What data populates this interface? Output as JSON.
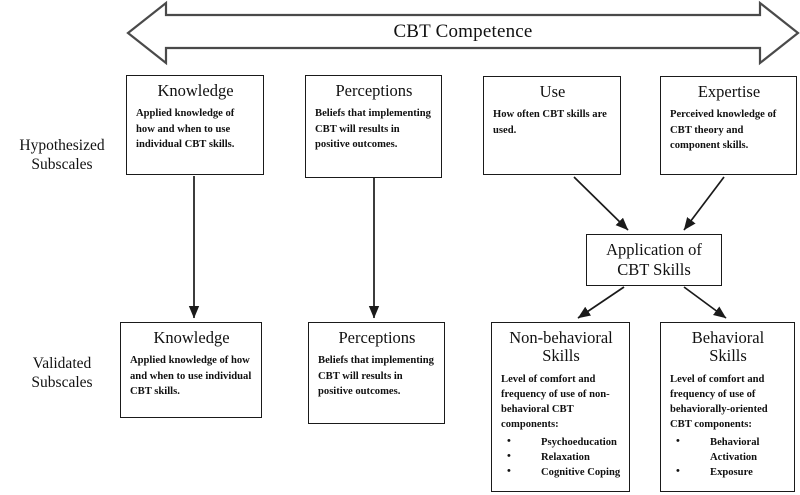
{
  "banner": {
    "label": "CBT Competence",
    "shape": "double-headed-arrow"
  },
  "row_labels": {
    "hypothesized": {
      "line1": "Hypothesized",
      "line2": "Subscales"
    },
    "validated": {
      "line1": "Validated",
      "line2": "Subscales"
    }
  },
  "hypothesized_subscales": [
    {
      "title": "Knowledge",
      "body": "Applied knowledge of how and when to use individual CBT skills."
    },
    {
      "title": "Perceptions",
      "body": "Beliefs that implementing CBT will results in positive outcomes."
    },
    {
      "title": "Use",
      "body": "How often CBT skills are used."
    },
    {
      "title": "Expertise",
      "body": "Perceived knowledge of CBT theory and component skills."
    }
  ],
  "mediator": {
    "title": "Application of\nCBT Skills"
  },
  "validated_subscales": [
    {
      "title": "Knowledge",
      "body": "Applied knowledge of how and when to use individual CBT skills.",
      "bullets": []
    },
    {
      "title": "Perceptions",
      "body": "Beliefs that implementing CBT will results in positive outcomes.",
      "bullets": []
    },
    {
      "title": "Non-behavioral\nSkills",
      "body": "Level of comfort and frequency of use of non-behavioral CBT components:",
      "bullets": [
        "Psychoeducation",
        "Relaxation",
        "Cognitive Coping"
      ]
    },
    {
      "title": "Behavioral\nSkills",
      "body": "Level of comfort and frequency of use of behaviorally-oriented CBT components:",
      "bullets": [
        "Behavioral Activation",
        "Exposure"
      ]
    }
  ],
  "colors": {
    "stroke": "#1a1a1a",
    "background": "#ffffff",
    "text": "#111111"
  }
}
